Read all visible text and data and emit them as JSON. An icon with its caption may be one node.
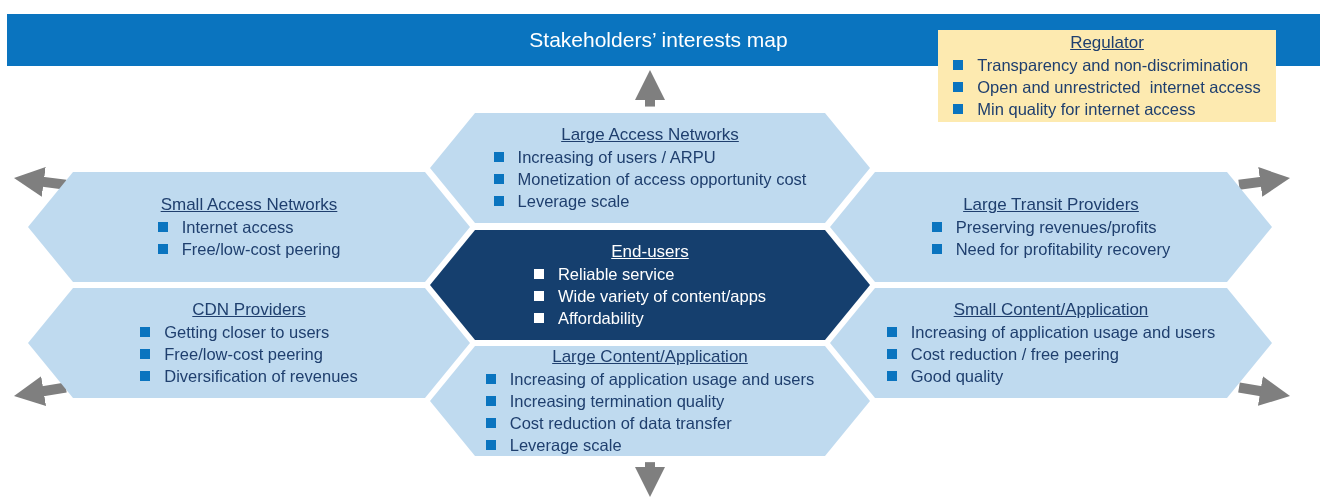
{
  "diagram": {
    "title": "Stakeholders’ interests map",
    "nodes": [
      {
        "text": [
          "Regulator",
          "Transparency and non-discrimination",
          "Open and unrestricted  internet access",
          "Min quality for internet access"
        ]
      },
      {
        "text": [
          "Large Access Networks",
          "Increasing of users / ARPU",
          "Monetization of access opportunity cost",
          "Leverage scale"
        ]
      },
      {
        "text": [
          "Small Access Networks",
          "Internet access",
          "Free/low-cost peering"
        ]
      },
      {
        "text": [
          "Large Transit Providers",
          "Preserving revenues/profits",
          "Need for profitability recovery"
        ]
      },
      {
        "text": [
          "End-users",
          "Reliable service",
          "Wide variety of content/apps",
          "Affordability"
        ]
      },
      {
        "text": [
          "CDN Providers",
          "Getting closer to users",
          "Free/low-cost peering",
          "Diversification of revenues"
        ]
      },
      {
        "text": [
          "Small Content/Application",
          "Increasing of application usage and users",
          "Cost reduction / free peering",
          "Good quality"
        ]
      },
      {
        "text": [
          "Large Content/Application",
          "Increasing of application usage and users",
          "Increasing termination quality",
          "Cost reduction of data transfer",
          "Leverage scale"
        ]
      }
    ]
  }
}
